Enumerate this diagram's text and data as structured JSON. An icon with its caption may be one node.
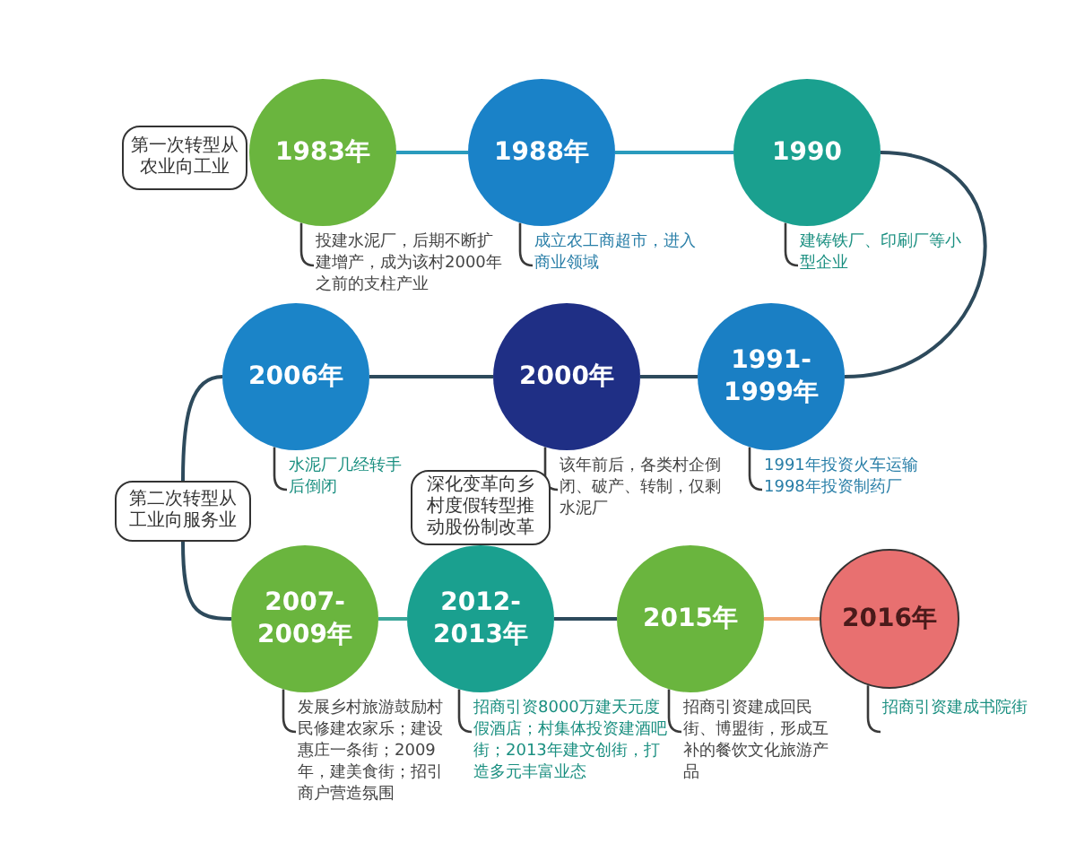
{
  "diagram": {
    "nodes": [
      {
        "text": [
          "第一次转型从农业向工业"
        ]
      },
      {
        "text": [
          "1983年"
        ]
      },
      {
        "text": [
          "投建水泥厂，后期不断扩建增产，成为该村2000年之前的支柱产业"
        ]
      },
      {
        "text": [
          "1988年"
        ]
      },
      {
        "text": [
          "成立农工商超市，进入商业领域"
        ]
      },
      {
        "text": [
          "1990"
        ]
      },
      {
        "text": [
          "建铸铁厂、印刷厂等小型企业"
        ]
      },
      {
        "text": [
          "2006年"
        ]
      },
      {
        "text": [
          "水泥厂几经转手后倒闭"
        ]
      },
      {
        "text": [
          "2000年"
        ]
      },
      {
        "text": [
          "该年前后，各类村企倒闭、破产、转制，仅剩水泥厂"
        ]
      },
      {
        "text": [
          "1991-1999年"
        ]
      },
      {
        "text": [
          "1991年投资火车运输 1998年投资制药厂"
        ]
      },
      {
        "text": [
          "第二次转型从工业向服务业"
        ]
      },
      {
        "text": [
          "深化变革向乡村度假转型推动股份制改革"
        ]
      },
      {
        "text": [
          "2007-2009年"
        ]
      },
      {
        "text": [
          "发展乡村旅游鼓励村民修建农家乐；建设惠庄一条街；2009年，建美食街；招引商户营造氛围"
        ]
      },
      {
        "text": [
          "2012-2013年"
        ]
      },
      {
        "text": [
          "招商引资8000万建天元度假酒店；村集体投资建酒吧街；2013年建文创街，打造多元丰富业态"
        ]
      },
      {
        "text": [
          "2015年"
        ]
      },
      {
        "text": [
          "招商引资建成回民街、博盟街，形成互补的餐饮文化旅游产品"
        ]
      },
      {
        "text": [
          "2016年"
        ]
      },
      {
        "text": [
          "招商引资建成书院街"
        ]
      }
    ],
    "edges": [
      {
        "from": 1,
        "to": 3,
        "arrow": "none",
        "color": "#2a9bbd"
      },
      {
        "from": 3,
        "to": 5,
        "arrow": "none",
        "color": "#2a9bbd"
      },
      {
        "from": 5,
        "to": 11,
        "arrow": "none"
      },
      {
        "from": 11,
        "to": 9,
        "arrow": "none"
      },
      {
        "from": 9,
        "to": 7,
        "arrow": "none"
      },
      {
        "from": 7,
        "to": 13,
        "arrow": "none"
      },
      {
        "from": 13,
        "to": 15,
        "arrow": "none"
      },
      {
        "from": 15,
        "to": 17,
        "arrow": "none",
        "color": "#3aa69a"
      },
      {
        "from": 17,
        "to": 19,
        "arrow": "none"
      },
      {
        "from": 19,
        "to": 21,
        "arrow": "none",
        "color": "#f0a672"
      },
      {
        "from": 2,
        "to": 1,
        "arrow": "none"
      },
      {
        "from": 4,
        "to": 3,
        "arrow": "none"
      },
      {
        "from": 6,
        "to": 5,
        "arrow": "none"
      },
      {
        "from": 12,
        "to": 11,
        "arrow": "none"
      },
      {
        "from": 10,
        "to": 9,
        "arrow": "none"
      },
      {
        "from": 8,
        "to": 7,
        "arrow": "none"
      },
      {
        "from": 16,
        "to": 15,
        "arrow": "none"
      },
      {
        "from": 18,
        "to": 17,
        "arrow": "none"
      },
      {
        "from": 20,
        "to": 19,
        "arrow": "none"
      },
      {
        "from": 22,
        "to": 21,
        "arrow": "none"
      }
    ]
  }
}
